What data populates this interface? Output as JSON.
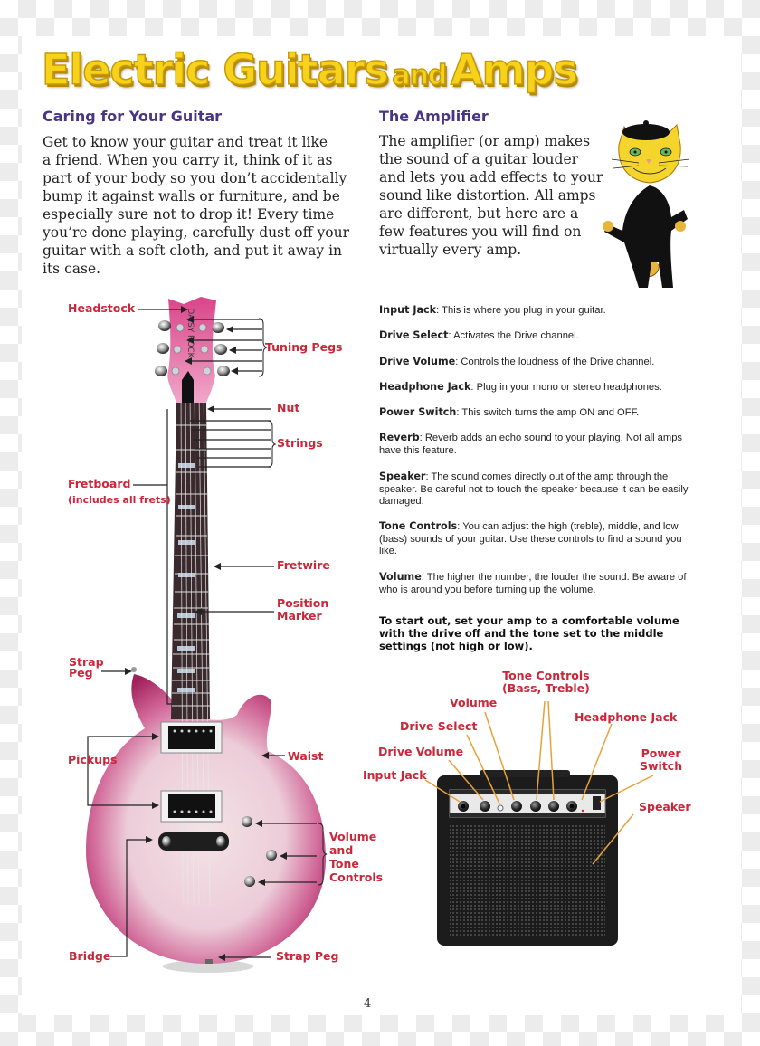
{
  "page": {
    "title_part1": "Electric Guitars",
    "title_part2": "and",
    "title_part3": "Amps",
    "page_number": "4"
  },
  "caring": {
    "heading": "Caring for Your Guitar",
    "lines": [
      "Get to know your guitar and treat it like",
      "a friend. When you carry it, think of it as",
      "part of your body so you don’t accidentally",
      "bump it against walls or furniture, and be",
      "especially sure not to drop it! Every time",
      "you’re done playing, carefully dust off your",
      "guitar with a soft cloth, and put it away in",
      "its case."
    ]
  },
  "amplifier": {
    "heading": "The Amplifier",
    "lines": [
      "The amplifier (or amp) makes",
      "the sound of a guitar louder",
      "and lets you add effects to your",
      "sound like distortion. All amps",
      "are different, but here are a",
      "few features you will find on",
      "virtually every amp."
    ],
    "features": [
      {
        "term": "Input Jack",
        "desc": ": This is where you plug in your guitar."
      },
      {
        "term": "Drive Select",
        "desc": ": Activates the Drive channel."
      },
      {
        "term": "Drive Volume",
        "desc": ": Controls the loudness of the Drive channel."
      },
      {
        "term": "Headphone Jack",
        "desc": ": Plug in your mono or stereo headphones."
      },
      {
        "term": "Power Switch",
        "desc": ": This switch turns the amp ON and OFF."
      },
      {
        "term": "Reverb",
        "desc": ": Reverb adds an echo sound to your playing. Not all amps have this feature."
      },
      {
        "term": "Speaker",
        "desc": ": The sound comes directly out of the amp through the speaker. Be careful not to touch the speaker because it can be easily damaged."
      },
      {
        "term": "Tone Controls",
        "desc": ": You can adjust the high (treble), middle, and low (bass) sounds of your guitar. Use these controls to find a sound you like."
      },
      {
        "term": "Volume",
        "desc": ": The higher the number, the louder the sound. Be aware of who is around you before turning up the volume."
      }
    ],
    "tip": "To start out, set your amp to a comfortable volume with the drive off and the tone set to the middle settings (not high or low)."
  },
  "guitar_labels": {
    "headstock": "Headstock",
    "tuning_pegs": "Tuning Pegs",
    "nut": "Nut",
    "strings": "Strings",
    "fretboard": "Fretboard",
    "fretboard_note": "(includes all frets)",
    "fretwire": "Fretwire",
    "position_marker_1": "Position",
    "position_marker_2": "Marker",
    "strap_peg_top_1": "Strap",
    "strap_peg_top_2": "Peg",
    "pickups": "Pickups",
    "waist": "Waist",
    "controls_1": "Volume",
    "controls_2": "and",
    "controls_3": "Tone",
    "controls_4": "Controls",
    "bridge": "Bridge",
    "strap_peg_bottom": "Strap Peg",
    "headstock_brand": "DAISY ROCK"
  },
  "amp_labels": {
    "tone_controls_1": "Tone Controls",
    "tone_controls_2": "(Bass, Treble)",
    "volume": "Volume",
    "drive_select": "Drive Select",
    "headphone_jack": "Headphone Jack",
    "drive_volume": "Drive Volume",
    "power_1": "Power",
    "power_2": "Switch",
    "input_jack": "Input Jack",
    "speaker": "Speaker"
  },
  "colors": {
    "title_yellow": "#f7d21a",
    "heading_purple": "#4a3585",
    "label_red": "#c9283a",
    "amp_pointer_orange": "#e8a13a",
    "guitar_pink": "#c2306f"
  }
}
